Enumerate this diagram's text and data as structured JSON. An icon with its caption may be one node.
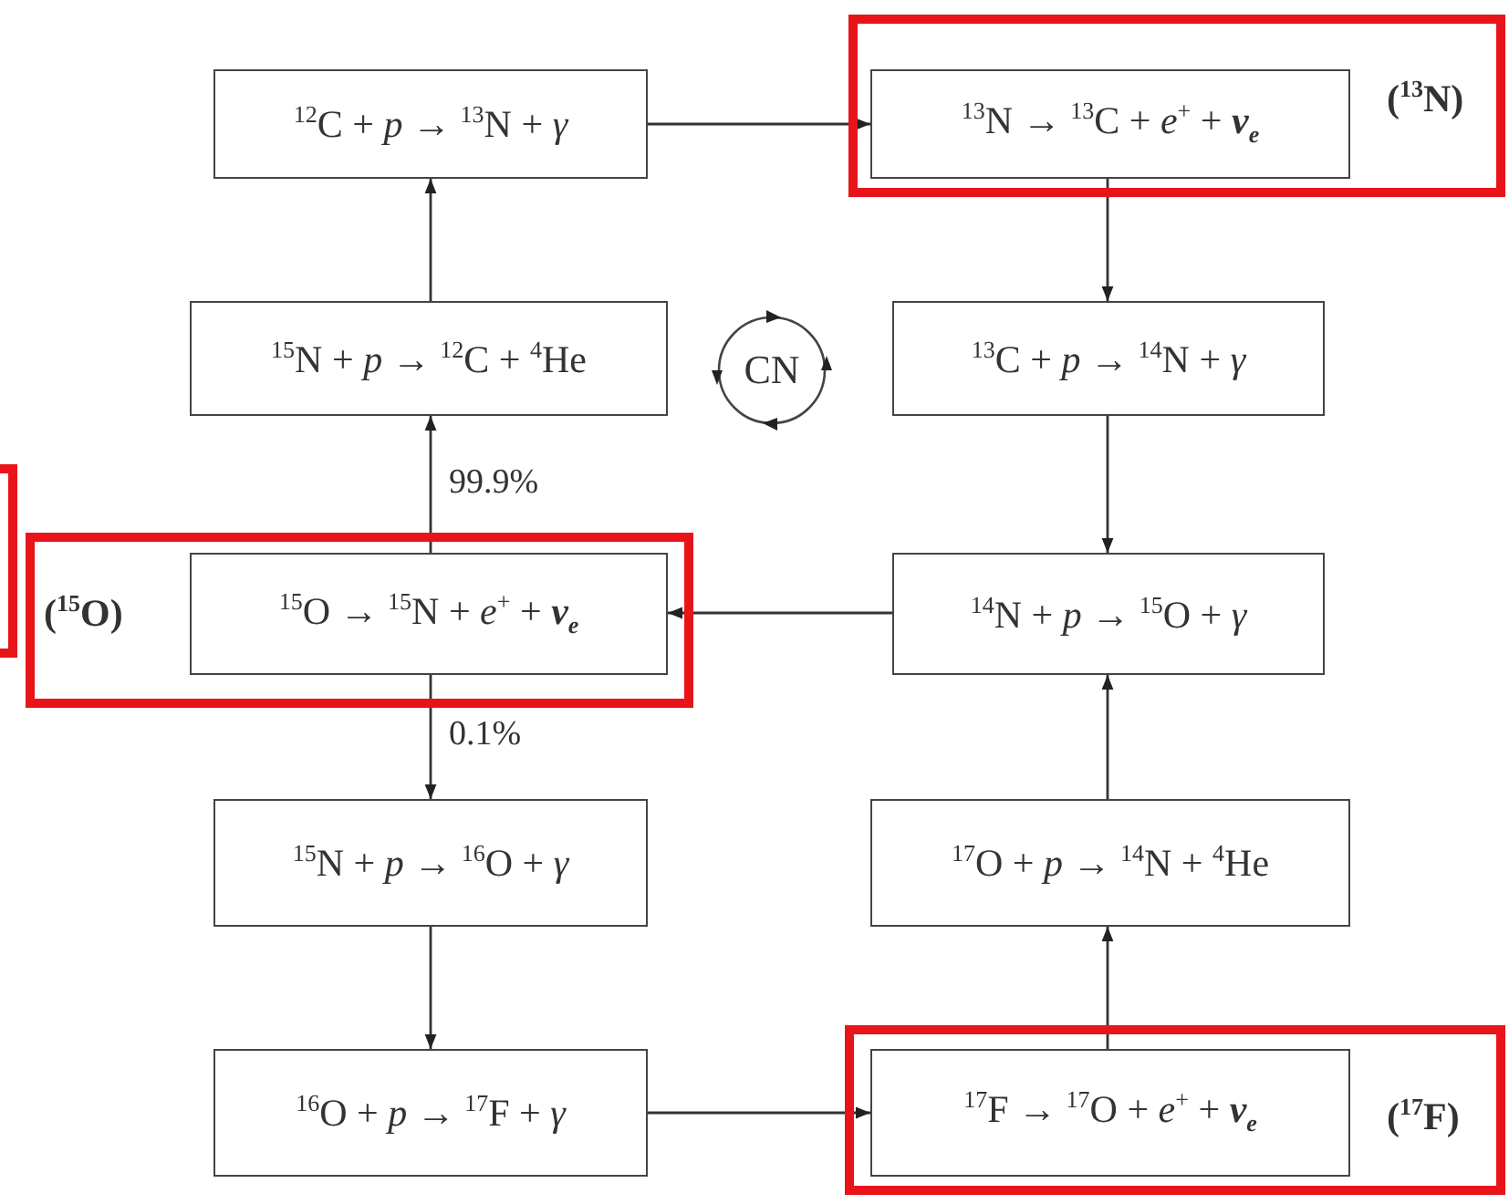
{
  "diagram": {
    "nodes": [
      {
        "text": [
          "$^{12}$C + *p* → $^{13}$N + *γ*"
        ]
      },
      {
        "text": [
          "($^{13}$N)"
        ]
      },
      {
        "text": [
          "$^{13}$N → $^{13}$C + *e*$^{+}$ + **ν**$_{e}$"
        ],
        "in": 1
      },
      {
        "text": [
          "$^{15}$N + *p* → $^{12}$C + $^{4}$He"
        ]
      },
      {
        "text": [
          "CN"
        ]
      },
      {
        "text": [
          "$^{13}$C + *p* → $^{14}$N + *γ*"
        ]
      },
      {
        "text": [
          "($^{15}$O)"
        ]
      },
      {
        "text": [
          "$^{15}$O → $^{15}$N + *e*$^{+}$ + **ν**$_{e}$"
        ],
        "in": 6
      },
      {
        "text": [
          "$^{14}$N + *p* → $^{15}$O + *γ*"
        ]
      },
      {
        "text": [
          "$^{15}$N + *p* → $^{16}$O + *γ*"
        ]
      },
      {
        "text": [
          "$^{17}$O + *p* → $^{14}$N + $^{4}$He"
        ]
      },
      {
        "text": [
          "$^{16}$O + *p* → $^{17}$F + *γ*"
        ]
      },
      {
        "text": [
          "($^{17}$F)"
        ]
      },
      {
        "text": [
          "$^{17}$F → $^{17}$O + *e*$^{+}$ + **ν**$_{e}$"
        ],
        "in": 12
      }
    ],
    "edges": [
      {
        "from": 0,
        "to": 2,
        "arrow": "to"
      },
      {
        "from": 2,
        "to": 5,
        "arrow": "to"
      },
      {
        "from": 5,
        "to": 8,
        "arrow": "to"
      },
      {
        "from": 8,
        "to": 7,
        "arrow": "to"
      },
      {
        "from": 7,
        "to": 3,
        "arrow": "to",
        "label": "99.9%"
      },
      {
        "from": 3,
        "to": 0,
        "arrow": "to"
      },
      {
        "from": 7,
        "to": 9,
        "arrow": "to",
        "label": "0.1%"
      },
      {
        "from": 9,
        "to": 11,
        "arrow": "to"
      },
      {
        "from": 11,
        "to": 13,
        "arrow": "to"
      },
      {
        "from": 13,
        "to": 10,
        "arrow": "to"
      },
      {
        "from": 10,
        "to": 8,
        "arrow": "to"
      }
    ]
  }
}
